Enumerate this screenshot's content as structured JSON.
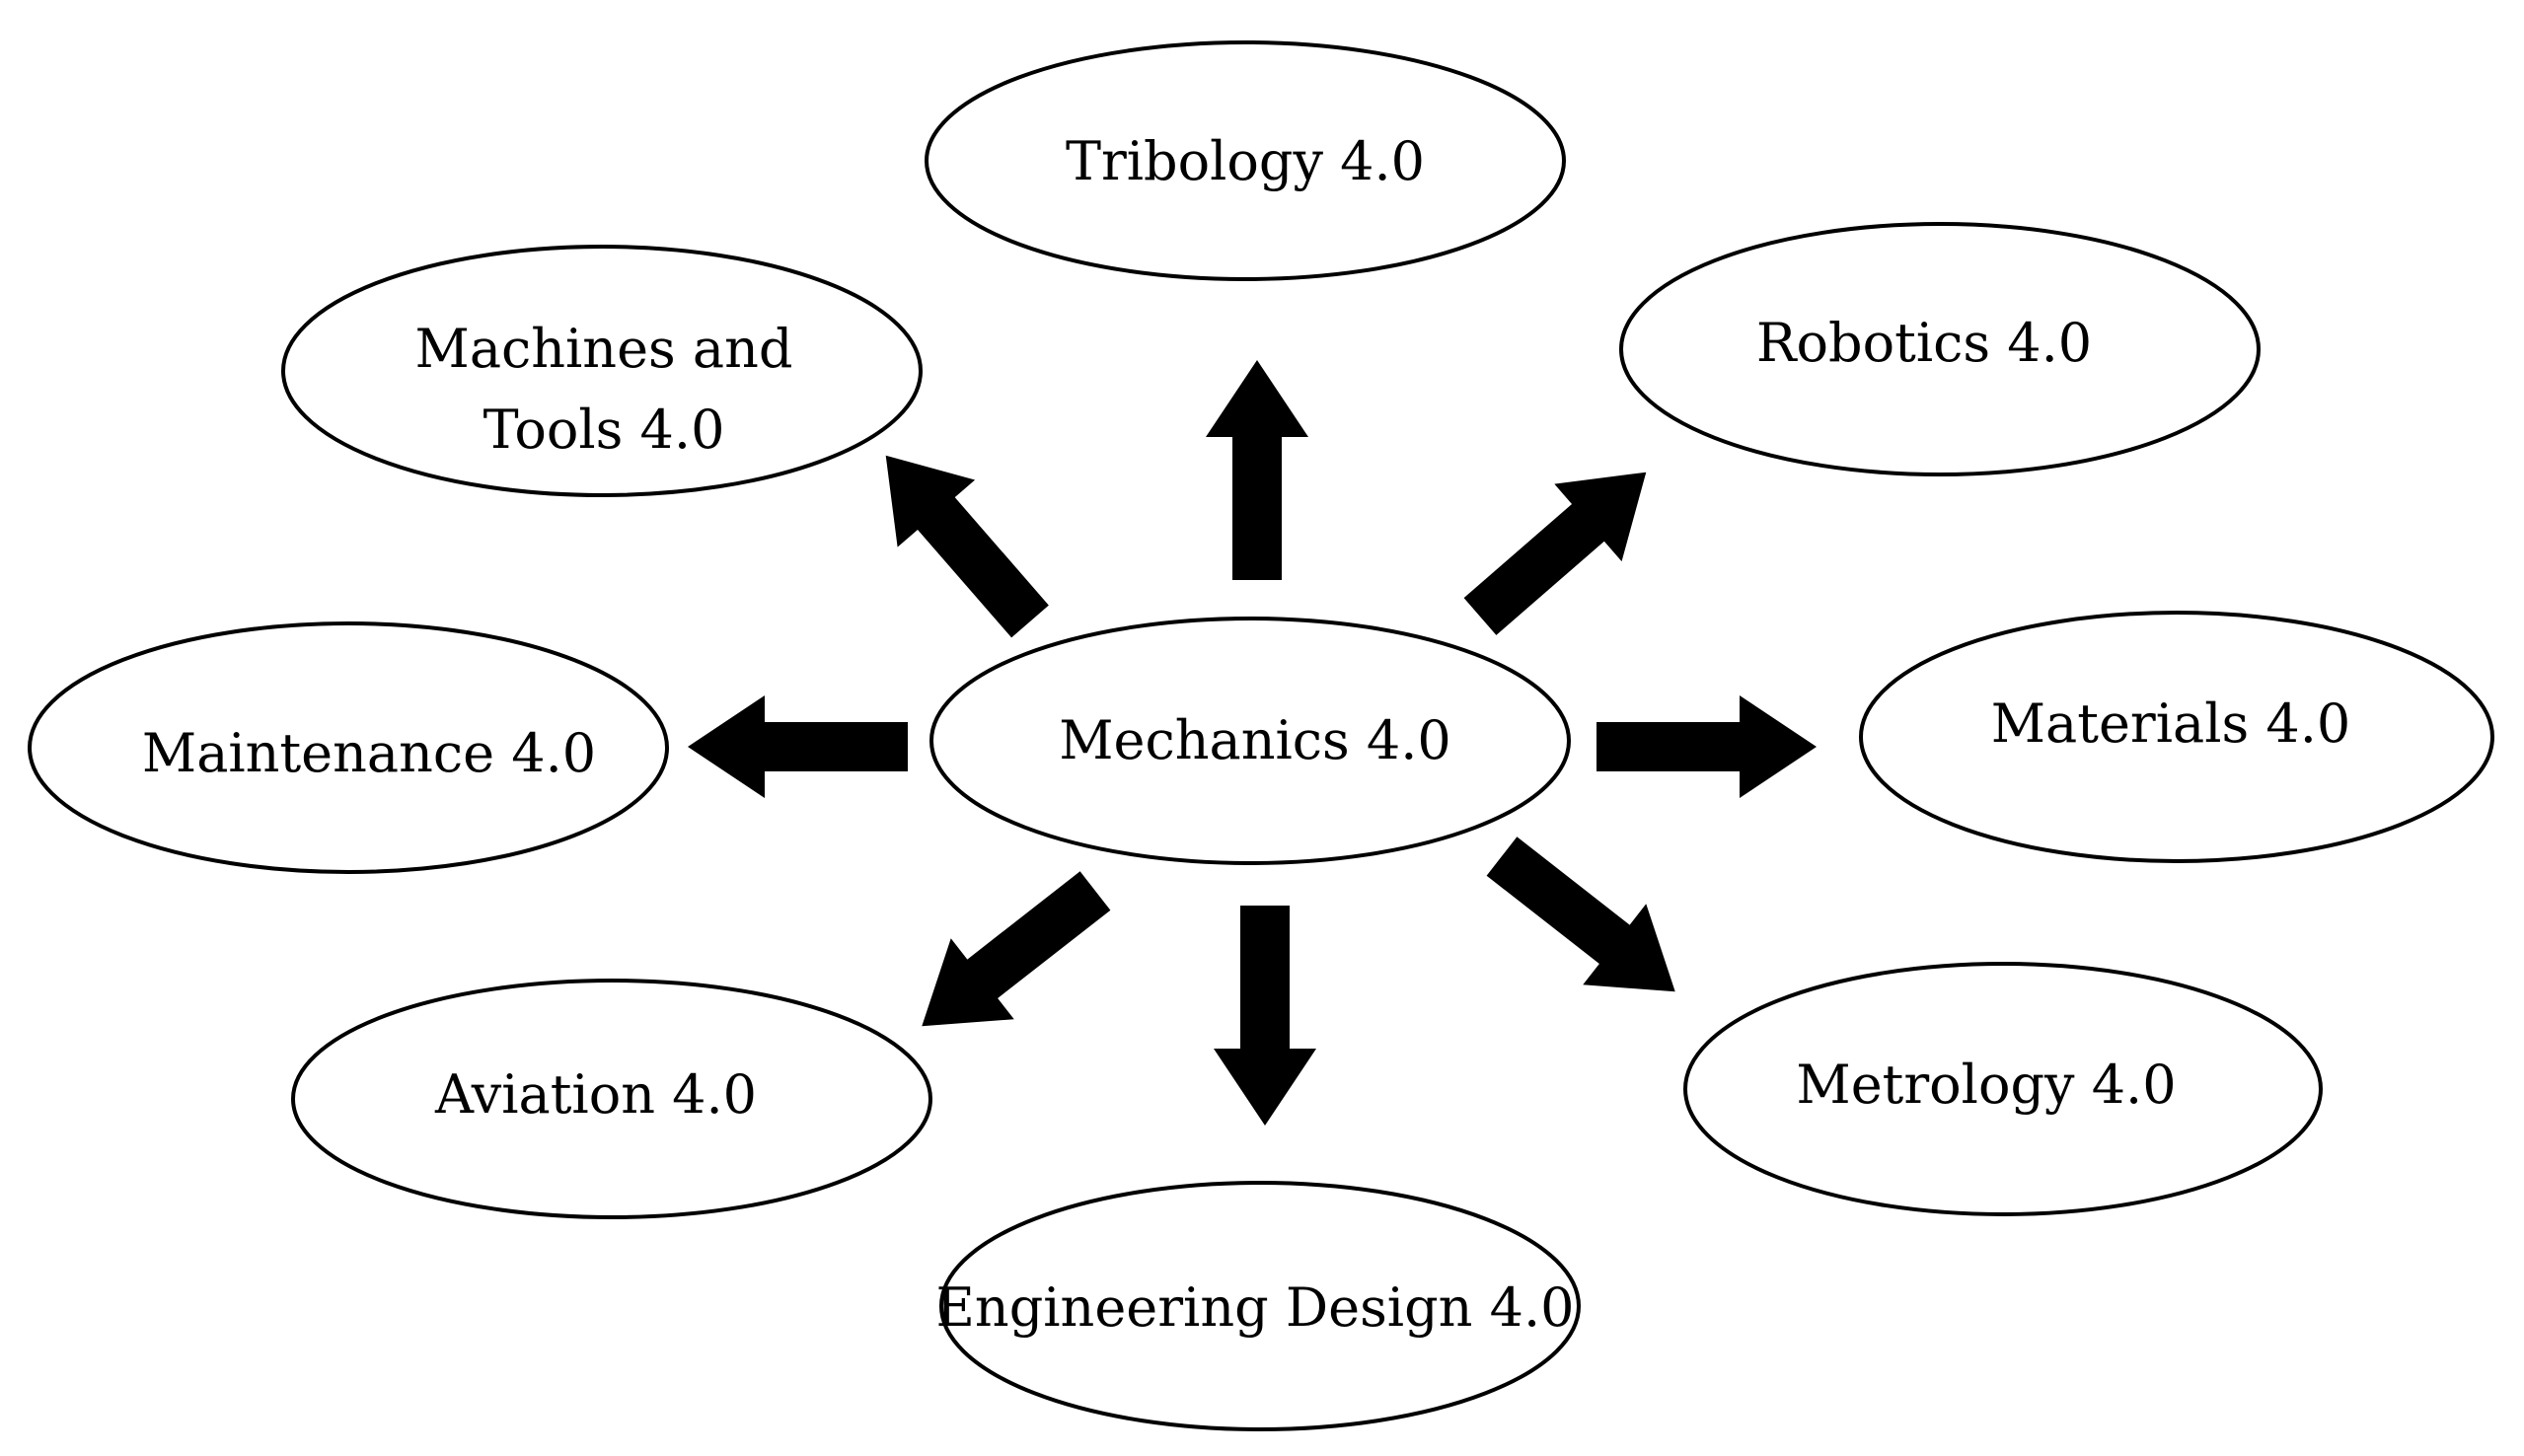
{
  "center": {
    "label": "Mechanics 4.0"
  },
  "nodes": [
    {
      "id": "tribology",
      "lines": [
        "Tribology 4.0"
      ]
    },
    {
      "id": "robotics",
      "lines": [
        "Robotics 4.0"
      ]
    },
    {
      "id": "materials",
      "lines": [
        "Materials 4.0"
      ]
    },
    {
      "id": "metrology",
      "lines": [
        "Metrology 4.0"
      ]
    },
    {
      "id": "engineering-design",
      "lines": [
        "Engineering Design 4.0"
      ]
    },
    {
      "id": "aviation",
      "lines": [
        "Aviation 4.0"
      ]
    },
    {
      "id": "maintenance",
      "lines": [
        "Maintenance 4.0"
      ]
    },
    {
      "id": "machines-and-tools",
      "lines": [
        "Machines and",
        "Tools 4.0"
      ]
    }
  ],
  "colors": {
    "stroke": "#000000",
    "arrow": "#000000",
    "fill": "#ffffff"
  }
}
